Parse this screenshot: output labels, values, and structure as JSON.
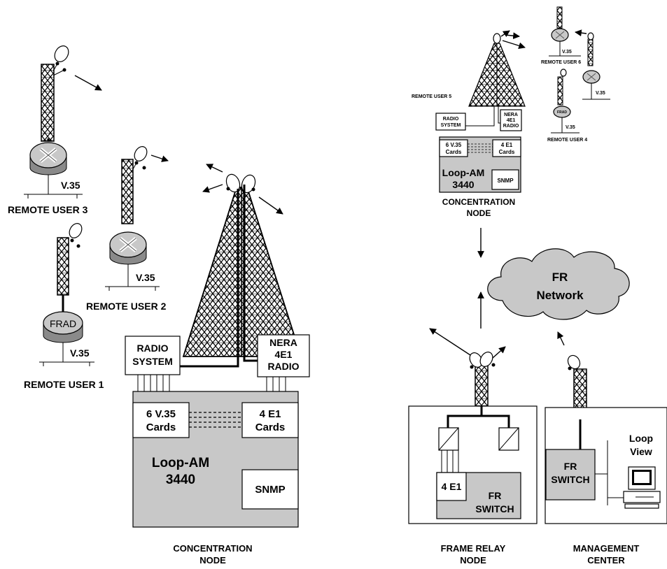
{
  "left": {
    "remote_user_3": "REMOTE USER 3",
    "remote_user_2": "REMOTE USER 2",
    "remote_user_1": "REMOTE USER 1",
    "v35": "V.35",
    "frad": "FRAD",
    "radio_system_1": "RADIO",
    "radio_system_2": "SYSTEM",
    "nera_1": "NERA",
    "nera_2": "4E1",
    "nera_3": "RADIO",
    "v35_cards_1": "6 V.35",
    "v35_cards_2": "Cards",
    "e1_cards_1": "4 E1",
    "e1_cards_2": "Cards",
    "loop_am_1": "Loop-AM",
    "loop_am_2": "3440",
    "snmp": "SNMP",
    "caption_1": "CONCENTRATION",
    "caption_2": "NODE"
  },
  "mini": {
    "remote_user_5": "REMOTE USER 5",
    "remote_user_6": "REMOTE USER 6",
    "remote_user_4": "REMOTE USER 4",
    "v35": "V.35",
    "frad": "FRAD",
    "radio_system_1": "RADIO",
    "radio_system_2": "SYSTEM",
    "nera_1": "NERA",
    "nera_2": "4E1",
    "nera_3": "RADIO",
    "v35_cards_1": "6 V.35",
    "v35_cards_2": "Cards",
    "e1_cards_1": "4 E1",
    "e1_cards_2": "Cards",
    "loop_am_1": "Loop-AM",
    "loop_am_2": "3440",
    "snmp": "SNMP",
    "caption_1": "CONCENTRATION",
    "caption_2": "NODE"
  },
  "cloud": {
    "line1": "FR",
    "line2": "Network"
  },
  "frame_relay": {
    "e1": "4 E1",
    "switch_1": "FR",
    "switch_2": "SWITCH",
    "caption_1": "FRAME RELAY",
    "caption_2": "NODE"
  },
  "management": {
    "switch_1": "FR",
    "switch_2": "SWITCH",
    "view_1": "Loop",
    "view_2": "View",
    "caption_1": "MANAGEMENT",
    "caption_2": "CENTER"
  },
  "colors": {
    "device_gray": "#c8c8c8",
    "cloud_gray": "#c8c8c8",
    "line": "#000000"
  }
}
